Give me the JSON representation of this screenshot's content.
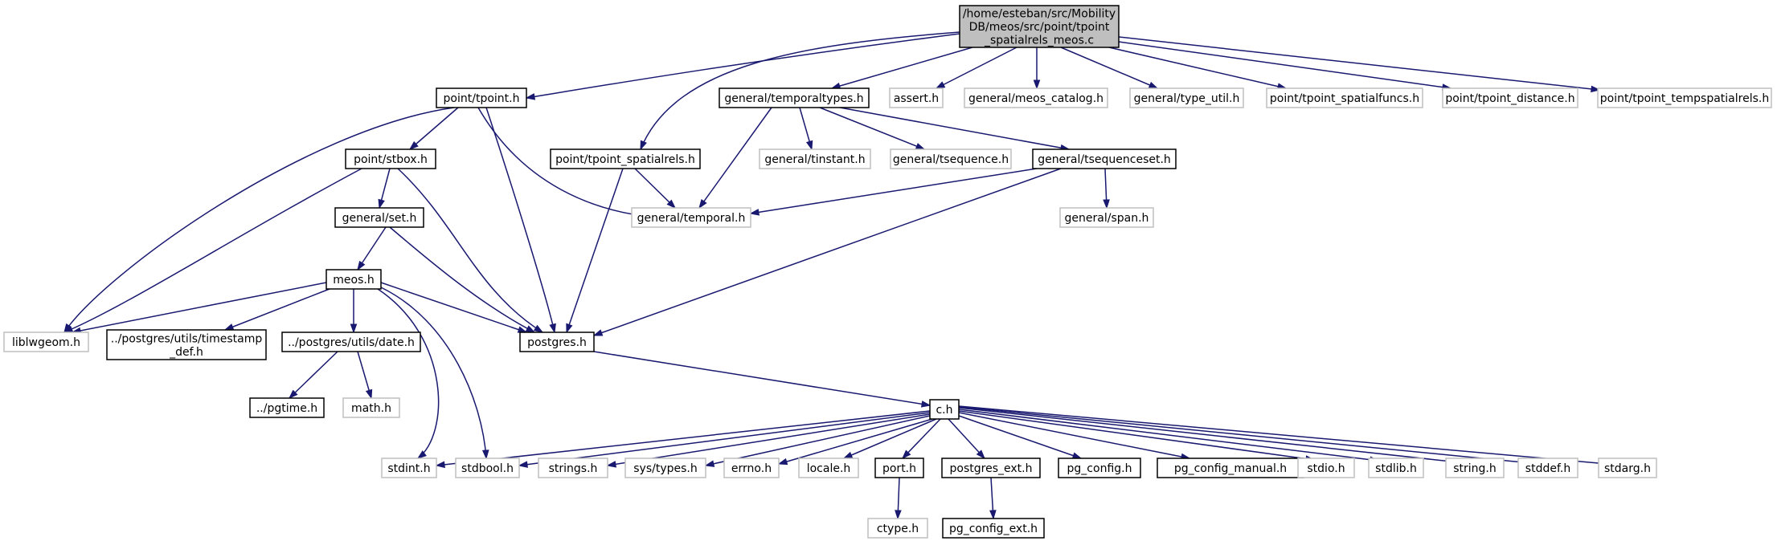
{
  "colors": {
    "edge": "#191970",
    "root_fill": "#bfbfbf",
    "documented_border": "#000000",
    "external_border": "#bfbfbf"
  },
  "nodes": {
    "root": {
      "lines": [
        "/home/esteban/src/Mobility",
        "DB/meos/src/point/tpoint",
        "_spatialrels_meos.c"
      ]
    },
    "tpoint": {
      "lines": [
        "point/tpoint.h"
      ]
    },
    "temporaltypes": {
      "lines": [
        "general/temporaltypes.h"
      ]
    },
    "assert": {
      "lines": [
        "assert.h"
      ]
    },
    "meos_catalog": {
      "lines": [
        "general/meos_catalog.h"
      ]
    },
    "type_util": {
      "lines": [
        "general/type_util.h"
      ]
    },
    "spatialfuncs": {
      "lines": [
        "point/tpoint_spatialfuncs.h"
      ]
    },
    "distance": {
      "lines": [
        "point/tpoint_distance.h"
      ]
    },
    "tempspatialrels": {
      "lines": [
        "point/tpoint_tempspatialrels.h"
      ]
    },
    "stbox": {
      "lines": [
        "point/stbox.h"
      ]
    },
    "spatialrels": {
      "lines": [
        "point/tpoint_spatialrels.h"
      ]
    },
    "tinstant": {
      "lines": [
        "general/tinstant.h"
      ]
    },
    "tsequence": {
      "lines": [
        "general/tsequence.h"
      ]
    },
    "tsequenceset": {
      "lines": [
        "general/tsequenceset.h"
      ]
    },
    "set": {
      "lines": [
        "general/set.h"
      ]
    },
    "temporal": {
      "lines": [
        "general/temporal.h"
      ]
    },
    "span": {
      "lines": [
        "general/span.h"
      ]
    },
    "meos": {
      "lines": [
        "meos.h"
      ]
    },
    "liblwgeom": {
      "lines": [
        "liblwgeom.h"
      ]
    },
    "timestamp_def": {
      "lines": [
        "../postgres/utils/timestamp",
        "_def.h"
      ]
    },
    "date": {
      "lines": [
        "../postgres/utils/date.h"
      ]
    },
    "postgres": {
      "lines": [
        "postgres.h"
      ]
    },
    "pgtime": {
      "lines": [
        "../pgtime.h"
      ]
    },
    "math": {
      "lines": [
        "math.h"
      ]
    },
    "c": {
      "lines": [
        "c.h"
      ]
    },
    "stdint": {
      "lines": [
        "stdint.h"
      ]
    },
    "stdbool": {
      "lines": [
        "stdbool.h"
      ]
    },
    "strings": {
      "lines": [
        "strings.h"
      ]
    },
    "systypes": {
      "lines": [
        "sys/types.h"
      ]
    },
    "errno": {
      "lines": [
        "errno.h"
      ]
    },
    "locale": {
      "lines": [
        "locale.h"
      ]
    },
    "port": {
      "lines": [
        "port.h"
      ]
    },
    "postgres_ext": {
      "lines": [
        "postgres_ext.h"
      ]
    },
    "pg_config": {
      "lines": [
        "pg_config.h"
      ]
    },
    "pg_config_manual": {
      "lines": [
        "pg_config_manual.h"
      ]
    },
    "stdio": {
      "lines": [
        "stdio.h"
      ]
    },
    "stdlib": {
      "lines": [
        "stdlib.h"
      ]
    },
    "string": {
      "lines": [
        "string.h"
      ]
    },
    "stddef": {
      "lines": [
        "stddef.h"
      ]
    },
    "stdarg": {
      "lines": [
        "stdarg.h"
      ]
    },
    "ctype": {
      "lines": [
        "ctype.h"
      ]
    },
    "pg_config_ext": {
      "lines": [
        "pg_config_ext.h"
      ]
    }
  }
}
